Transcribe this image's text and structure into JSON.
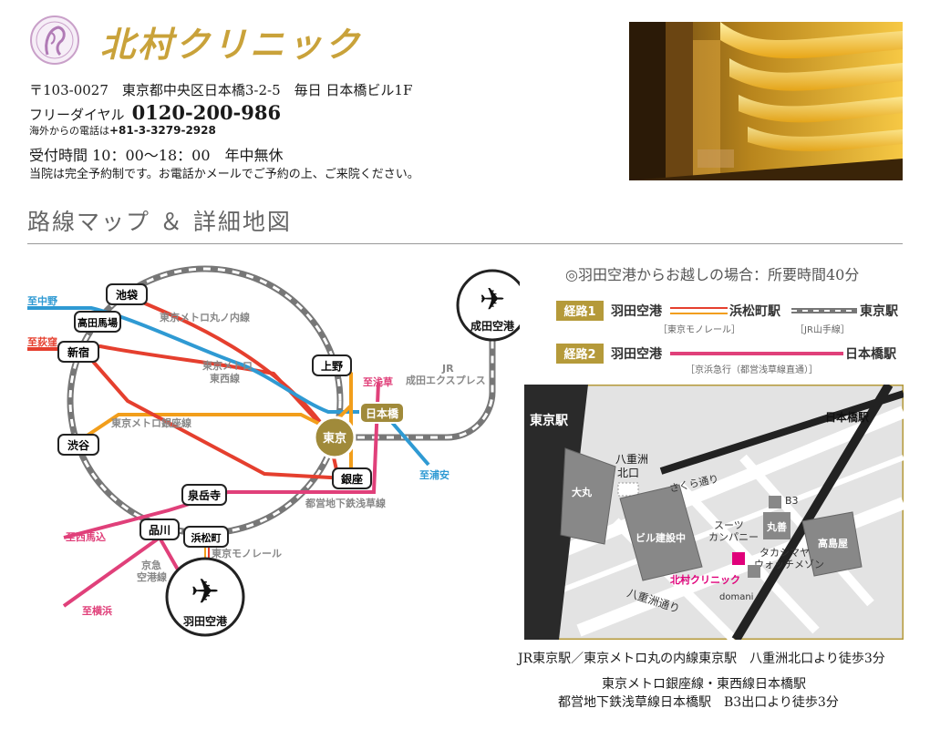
{
  "header": {
    "clinic_name": "北村クリニック",
    "address": "〒103-0027　東京都中央区日本橋3-2-5　毎日 日本橋ビル1F",
    "freedial_label": "フリーダイヤル",
    "freedial_number": "0120-200-986",
    "overseas_label": "海外からの電話は",
    "overseas_number": "+81-3-3279-2928",
    "hours": "受付時間 10：00〜18：00　年中無休",
    "reservation_note": "当院は完全予約制です。お電話かメールでご予約の上、ご来院ください。"
  },
  "section_title": "路線マップ ＆ 詳細地図",
  "route_map": {
    "stations": {
      "ikebukuro": "池袋",
      "takadanobaba": "高田馬場",
      "shinjuku": "新宿",
      "shibuya": "渋谷",
      "ueno": "上野",
      "tokyo": "東京",
      "nihonbashi": "日本橋",
      "ginza": "銀座",
      "sengakuji": "泉岳寺",
      "shinagawa": "品川",
      "hamamatsucho": "浜松町"
    },
    "lines": {
      "marunouchi": "東京メトロ丸ノ内線",
      "tozai_1": "東京メトロ",
      "tozai_2": "東西線",
      "ginza": "東京メトロ銀座線",
      "asakusa": "都営地下鉄浅草線",
      "monorail": "東京モノレール",
      "keikyu_1": "京急",
      "keikyu_2": "空港線",
      "jr_1": "JR",
      "jr_2": "成田エクスプレス"
    },
    "destinations": {
      "nakano": "至中野",
      "ogikubo": "至荻窪",
      "asakusa": "至浅草",
      "urayasu": "至浦安",
      "nishimagome": "至西馬込",
      "yokohama": "至横浜"
    },
    "airports": {
      "narita": "成田空港",
      "haneda": "羽田空港"
    }
  },
  "haneda_access": {
    "note": "◎羽田空港からお越しの場合：所要時間40分",
    "route1": {
      "badge": "経路1",
      "from": "羽田空港",
      "via": "浜松町駅",
      "to": "東京駅",
      "line1": "［東京モノレール］",
      "line2": "［JR山手線］"
    },
    "route2": {
      "badge": "経路2",
      "from": "羽田空港",
      "to": "日本橋駅",
      "line": "［京浜急行（都営浅草線直通）］"
    }
  },
  "detail_map": {
    "tokyo_station": "東京駅",
    "nihonbashi_station": "日本橋駅",
    "yaesu_north_1": "八重洲",
    "yaesu_north_2": "北口",
    "sakura_dori": "さくら通り",
    "daimaru": "大丸",
    "under_construction": "ビル建設中",
    "suits_1": "スーツ",
    "suits_2": "カンパニー",
    "b3": "B3",
    "maruzen": "丸善",
    "takashimaya": "高島屋",
    "takashimaya_watch_1": "タカシマヤ",
    "takashimaya_watch_2": "ウォッチメゾン",
    "clinic": "北村クリニック",
    "domani": "domani",
    "yaesu_dori": "八重洲通り"
  },
  "access_text": {
    "line1": "JR東京駅／東京メトロ丸の内線東京駅　八重洲北口より徒歩3分",
    "line2": "東京メトロ銀座線・東西線日本橋駅",
    "line3": "都営地下鉄浅草線日本橋駅　B3出口より徒歩3分"
  },
  "colors": {
    "gold": "#b59a3a",
    "logo": "#c9a23a",
    "marunouchi": "#e53f2e",
    "tozai": "#2f9ad3",
    "ginza": "#f29e1b",
    "asakusa": "#e0407a",
    "keikyu": "#e0407a",
    "jr": "#888888",
    "clinic_pink": "#e0007a"
  }
}
